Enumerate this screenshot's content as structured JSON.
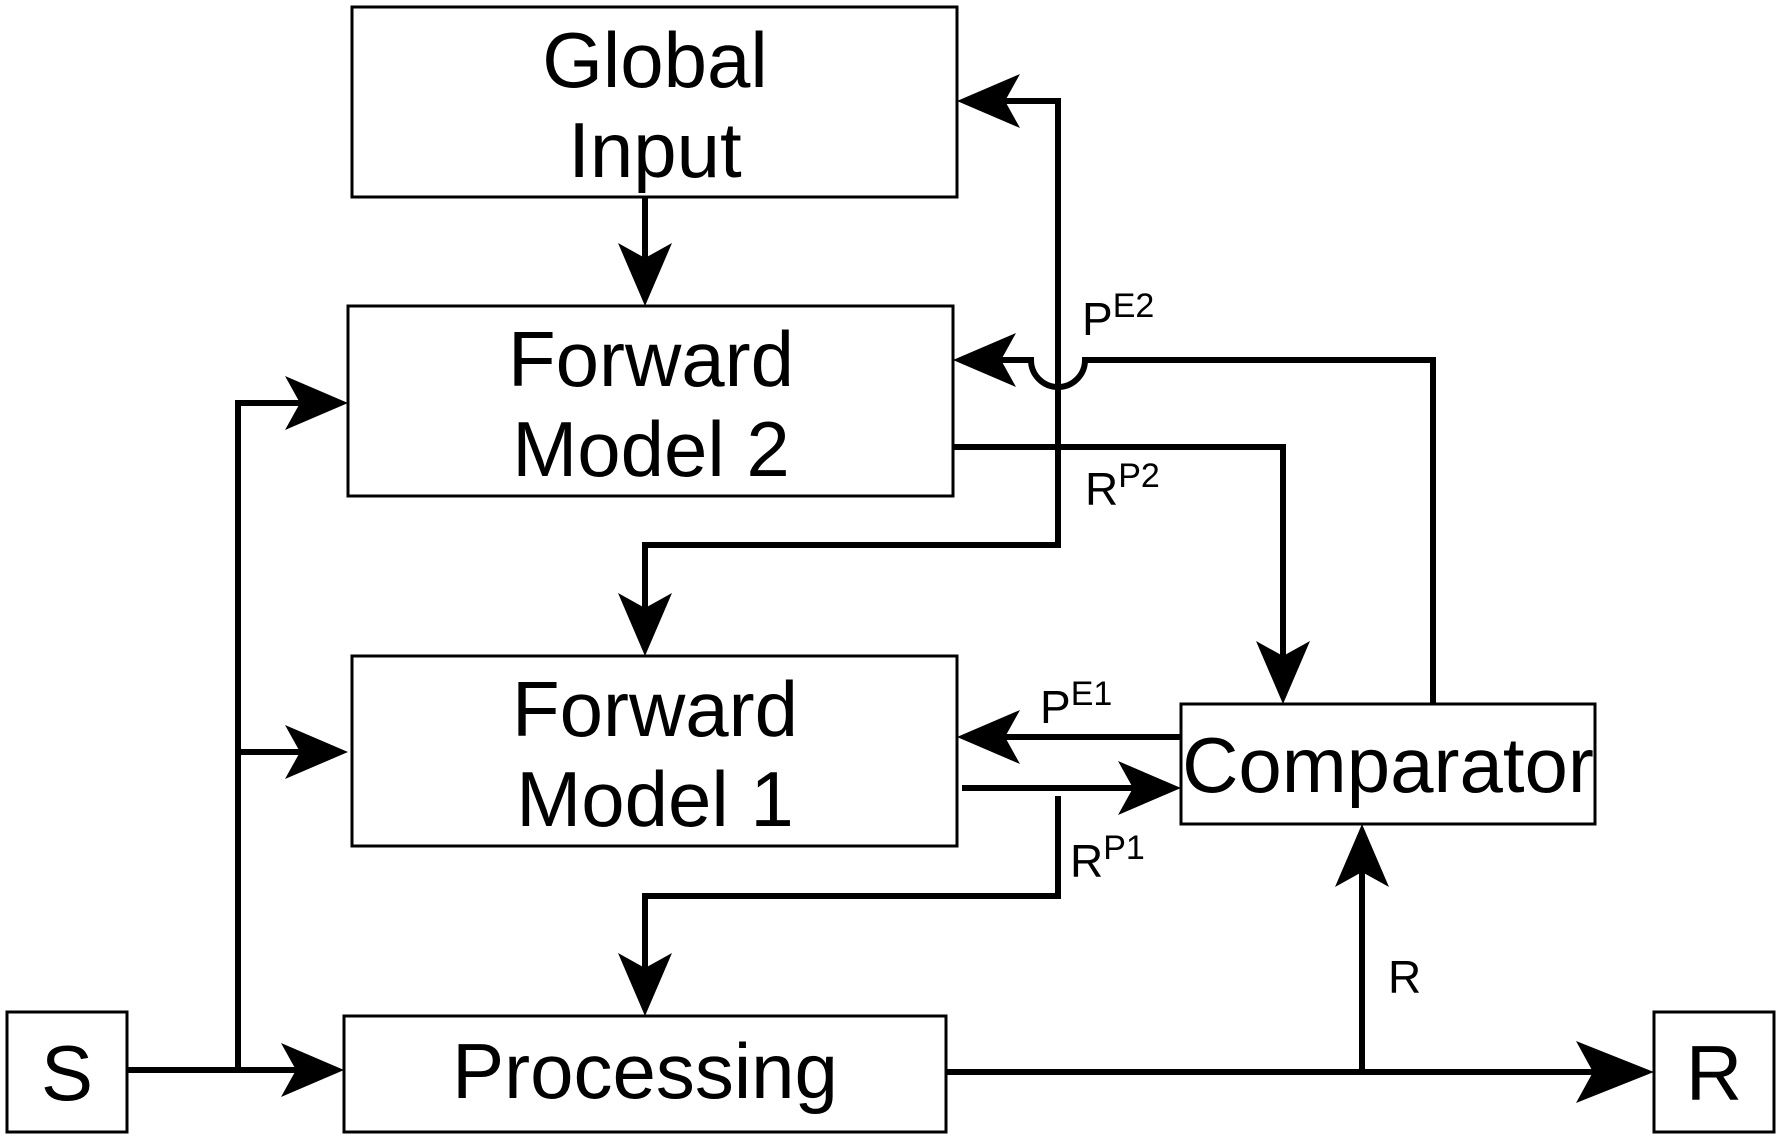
{
  "nodes": {
    "global_input": {
      "line1": "Global",
      "line2": "Input"
    },
    "forward_model_2": {
      "line1": "Forward",
      "line2": "Model 2"
    },
    "forward_model_1": {
      "line1": "Forward",
      "line2": "Model 1"
    },
    "comparator": {
      "label": "Comparator"
    },
    "processing": {
      "label": "Processing"
    },
    "s": {
      "label": "S"
    },
    "r": {
      "label": "R"
    }
  },
  "edge_labels": {
    "pe2": {
      "base": "P",
      "sup": "E2"
    },
    "rp2": {
      "base": "R",
      "sup": "P2"
    },
    "pe1": {
      "base": "P",
      "sup": "E1"
    },
    "rp1": {
      "base": "R",
      "sup": "P1"
    },
    "r": {
      "base": "R"
    }
  },
  "colors": {
    "stroke": "#000000",
    "background": "#ffffff"
  }
}
